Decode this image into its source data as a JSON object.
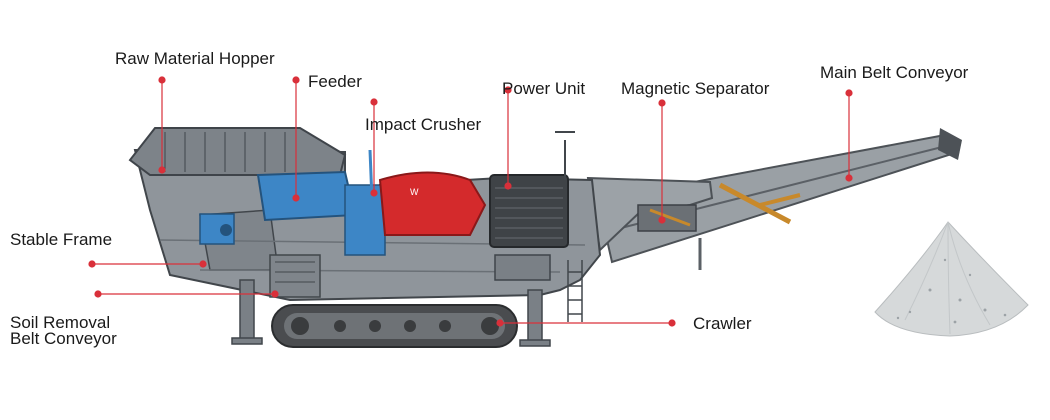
{
  "labels": {
    "raw_material_hopper": "Raw Material Hopper",
    "feeder": "Feeder",
    "impact_crusher": "Impact Crusher",
    "power_unit": "Power Unit",
    "magnetic_separator": "Magnetic Separator",
    "main_belt_conveyor": "Main Belt Conveyor",
    "stable_frame": "Stable Frame",
    "soil_removal_belt_conveyor": "Soil Removal\nBelt Conveyor",
    "crawler": "Crawler"
  },
  "colors": {
    "leader_line": "#d9303a",
    "body_gray": "#8f959b",
    "feeder_blue": "#3d86c6",
    "crusher_red": "#d42a2c",
    "conveyor_orange": "#c8892b",
    "track_dark": "#4a4c4f",
    "pile": "#d8dbdc"
  }
}
